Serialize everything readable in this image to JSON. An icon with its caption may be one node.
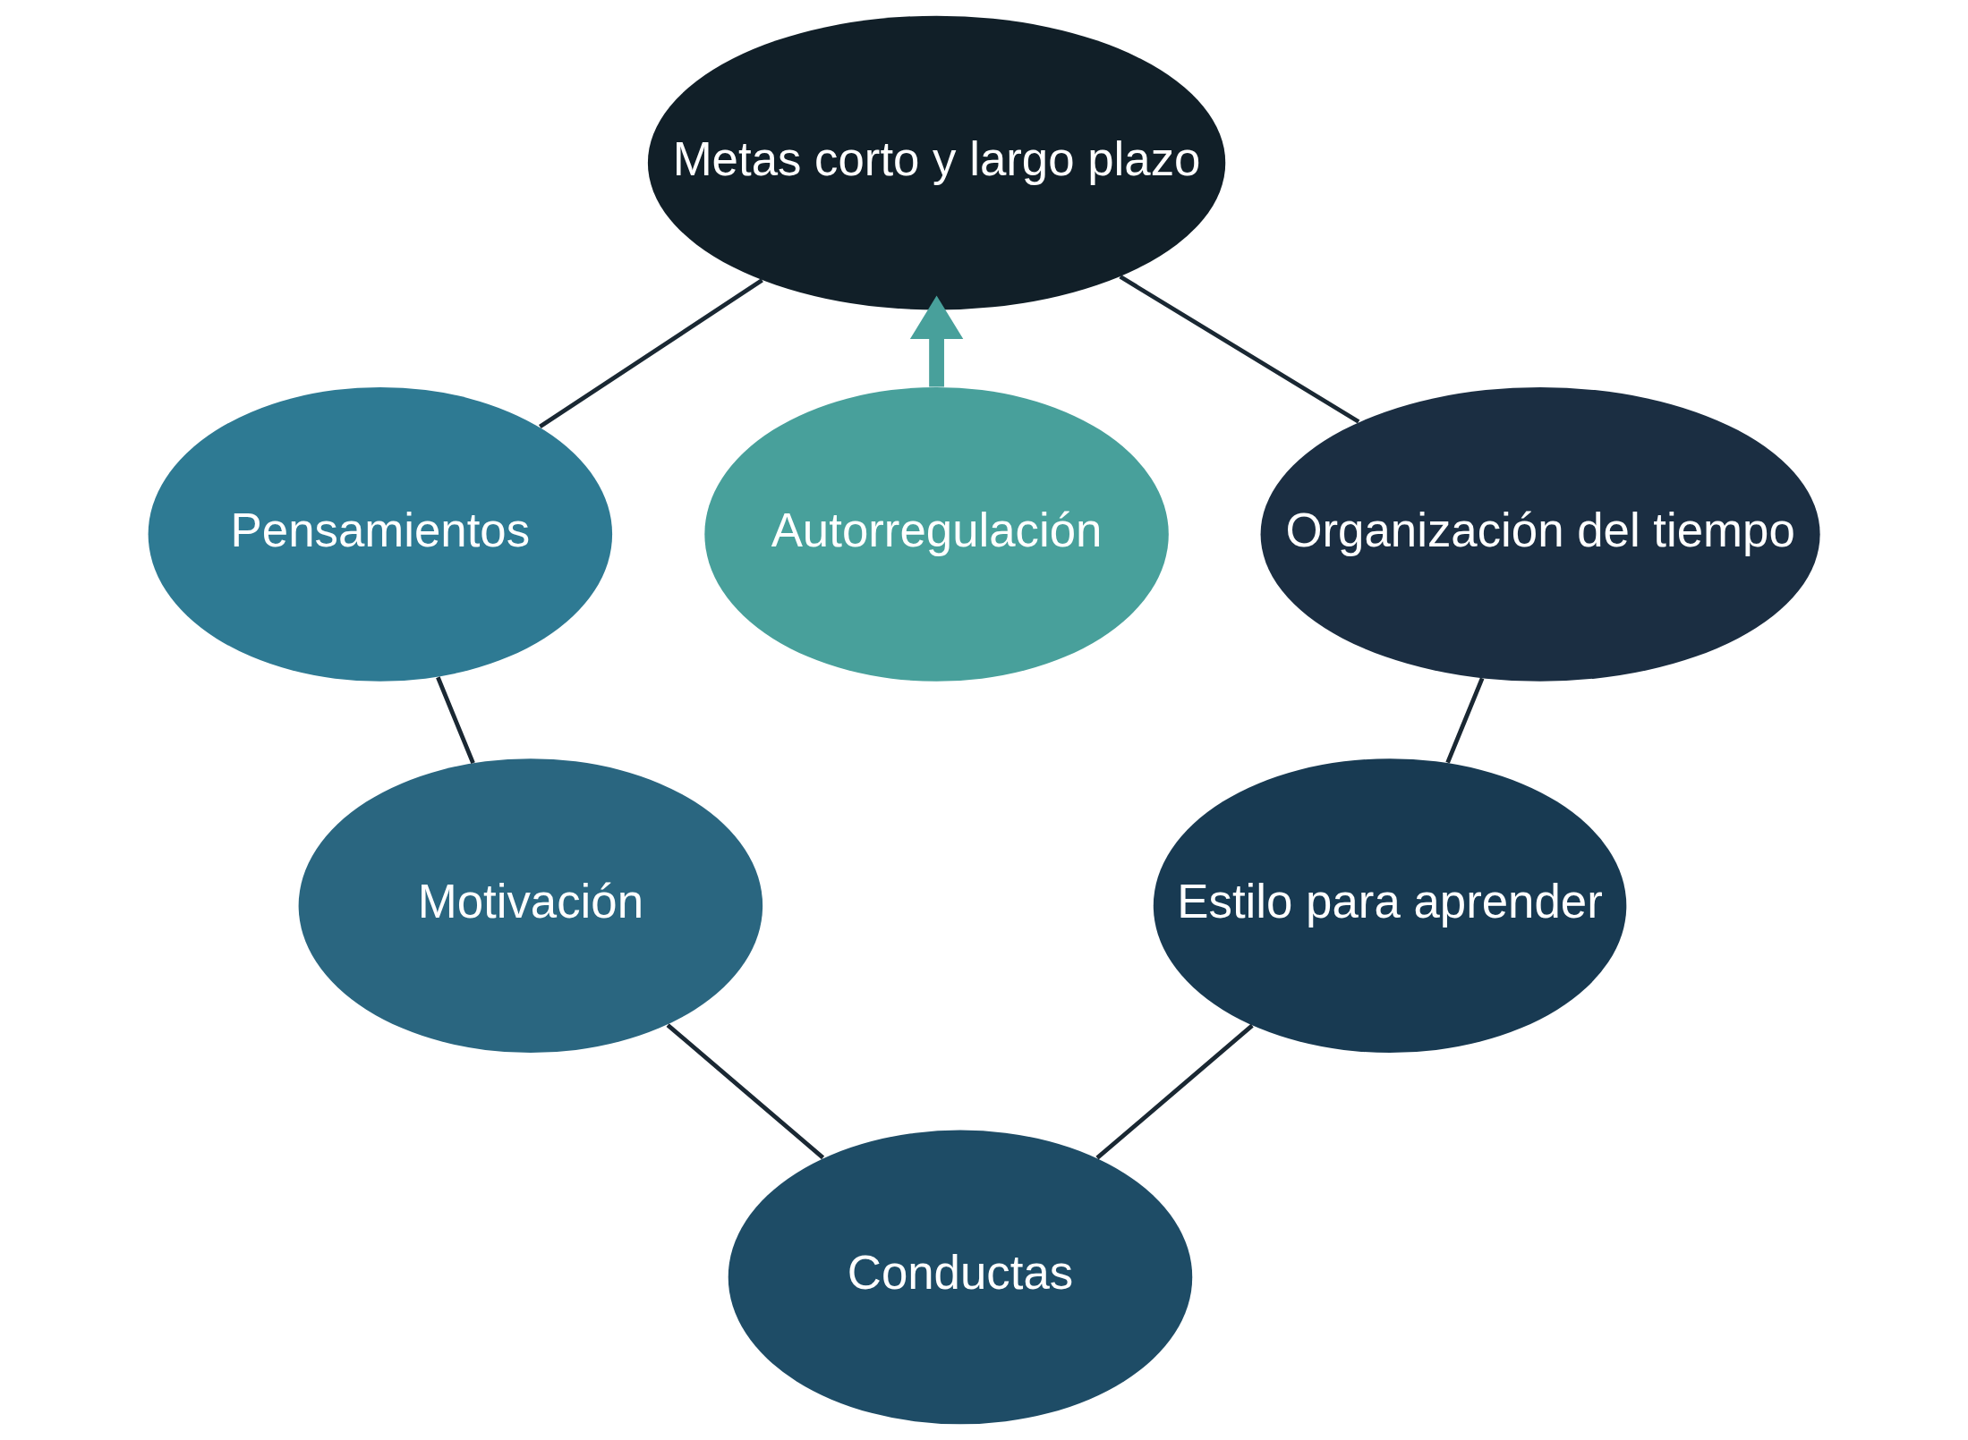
{
  "diagram": {
    "nodes": [
      {
        "text": [
          "Metas corto y largo plazo"
        ]
      },
      {
        "text": [
          "Organización del tiempo"
        ]
      },
      {
        "text": [
          "Pensamientos"
        ]
      },
      {
        "text": [
          "Autorregulación"
        ]
      },
      {
        "text": [
          "Estilo para aprender"
        ]
      },
      {
        "text": [
          "Motivación"
        ]
      },
      {
        "text": [
          "Conductas"
        ]
      }
    ],
    "edges": [
      {
        "from": 0,
        "to": 1,
        "arrow": "none"
      },
      {
        "from": 1,
        "to": 4,
        "arrow": "none"
      },
      {
        "from": 4,
        "to": 6,
        "arrow": "none"
      },
      {
        "from": 6,
        "to": 5,
        "arrow": "none"
      },
      {
        "from": 5,
        "to": 2,
        "arrow": "none"
      },
      {
        "from": 2,
        "to": 0,
        "arrow": "none"
      },
      {
        "from": 3,
        "to": 0,
        "arrow": "to",
        "style": "thick",
        "color": "#48a09b"
      }
    ]
  }
}
